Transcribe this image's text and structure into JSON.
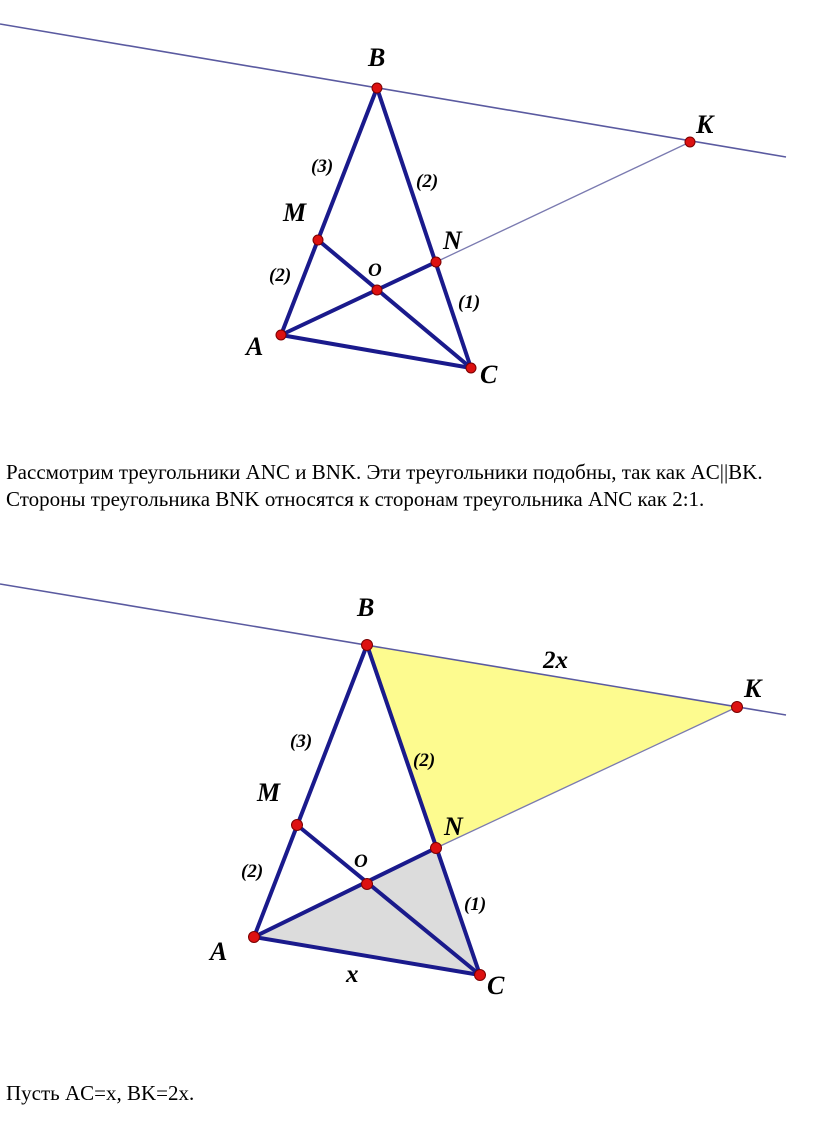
{
  "figure1": {
    "points": {
      "B": "B",
      "K": "K",
      "M": "M",
      "N": "N",
      "O": "O",
      "A": "A",
      "C": "C"
    },
    "ratios": {
      "bm": "(3)",
      "bn": "(2)",
      "ma": "(2)",
      "nc": "(1)"
    }
  },
  "paragraph1": "Рассмотрим треугольники ANC и BNK. Эти треугольники подобны, так как AC||BK. Стороны треугольника BNK относятся к сторонам треугольника ANC как 2:1.",
  "figure2": {
    "points": {
      "B": "B",
      "K": "K",
      "M": "M",
      "N": "N",
      "O": "O",
      "A": "A",
      "C": "C"
    },
    "ratios": {
      "bm": "(3)",
      "bn": "(2)",
      "ma": "(2)",
      "nc": "(1)"
    },
    "lengths": {
      "bk": "2x",
      "ac": "x"
    },
    "colors": {
      "triangle_bnk": "#fdfb8f",
      "triangle_anc": "#dcdcdc"
    }
  },
  "paragraph2": "Пусть AC=x, BK=2x.",
  "colors": {
    "segment": "#1a1a8c",
    "line": "#5a5aa0",
    "point": "#dd1111"
  }
}
